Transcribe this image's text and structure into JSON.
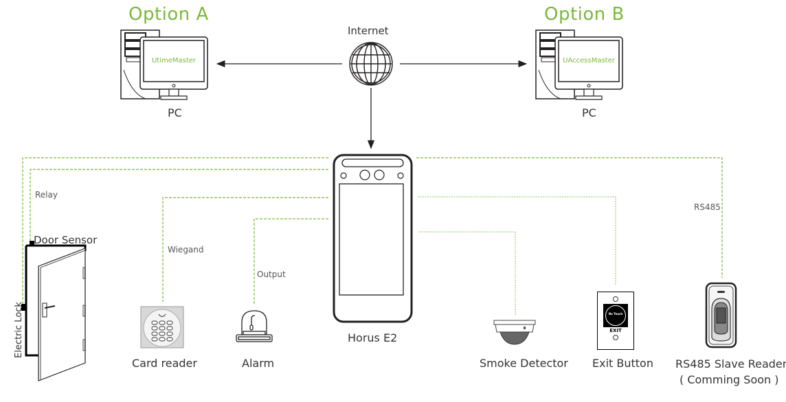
{
  "options": {
    "a": {
      "title": "Option A",
      "software": "UtimeMaster",
      "device_label": "PC"
    },
    "b": {
      "title": "Option B",
      "software": "UAccessMaster",
      "device_label": "PC"
    }
  },
  "internet": {
    "label": "Internet"
  },
  "main_device": {
    "label": "Horus E2"
  },
  "connections": {
    "relay": "Relay",
    "wiegand": "Wiegand",
    "output": "Output",
    "rs485": "RS485"
  },
  "peripherals": {
    "door_sensor": "Door Sensor",
    "electric_lock": "Electric Lock",
    "card_reader": "Card reader",
    "alarm": "Alarm",
    "smoke_detector": "Smoke Detector",
    "exit_button": "Exit Button",
    "exit_button_text": "EXIT",
    "exit_button_face": "No Touch",
    "slave_reader": "RS485 Slave Reader",
    "slave_reader_note": "( Comming Soon )"
  },
  "colors": {
    "accent": "#7bb83a",
    "line": "#231f20",
    "dash": "#7bb83a"
  }
}
